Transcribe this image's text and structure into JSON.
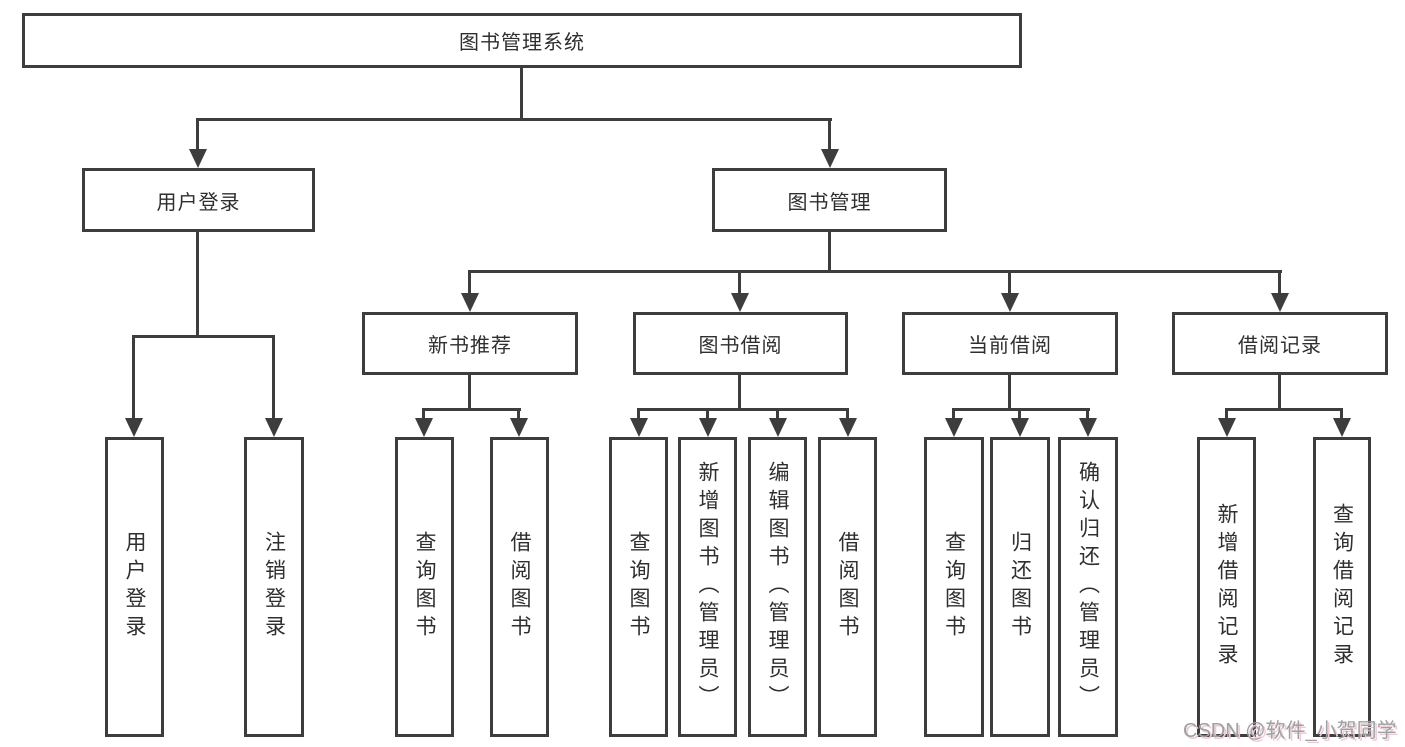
{
  "title": {
    "label": "图书管理系统"
  },
  "level2": [
    {
      "label": "用户登录"
    },
    {
      "label": "图书管理"
    }
  ],
  "level3": [
    {
      "label": "新书推荐"
    },
    {
      "label": "图书借阅"
    },
    {
      "label": "当前借阅"
    },
    {
      "label": "借阅记录"
    }
  ],
  "leaves": {
    "userLogin": [
      "用户登录",
      "注销登录"
    ],
    "newBooks": [
      "查询图书",
      "借阅图书"
    ],
    "bookBorrow": [
      "查询图书",
      "新增图书（管理员）",
      "编辑图书（管理员）",
      "借阅图书"
    ],
    "currentBorrow": [
      "查询图书",
      "归还图书",
      "确认归还（管理员）"
    ],
    "borrowRecords": [
      "新增借阅记录",
      "查询借阅记录"
    ]
  },
  "watermark": {
    "text": "CSDN @软件_小贺同学"
  },
  "colors": {
    "line": "#3d3d3d",
    "text": "#2f2f2f",
    "background": "#ffffff",
    "watermark_text": "#9ba1a6",
    "watermark_shadow": "#f2c9ce"
  }
}
